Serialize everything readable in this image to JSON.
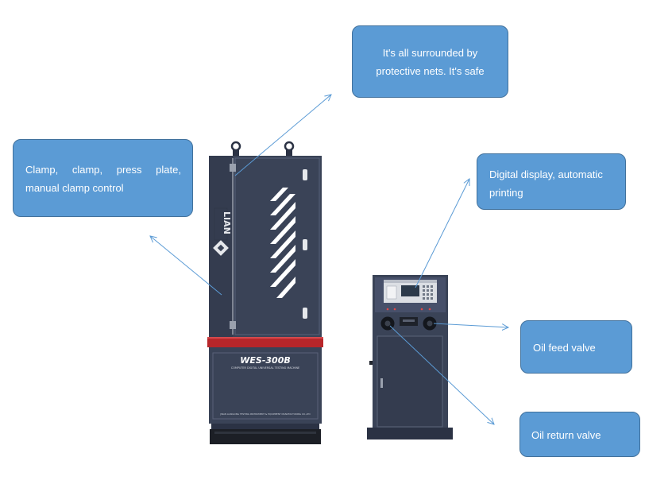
{
  "callouts": {
    "protective_net": "It's all surrounded by protective nets. It's safe",
    "clamp": "Clamp, clamp, press plate, manual clamp control",
    "display": "Digital display, automatic printing",
    "oil_feed": "Oil feed valve",
    "oil_return": "Oil return valve"
  },
  "machine": {
    "model": "WES-300B",
    "subtitle": "COMPUTER DIGITAL UNIVERSAL TESTING MACHINE",
    "maker": "JINAN LIANGONG TESTING INSTRUMENT & EQUIPMENT MANUFACTURING CO.,LTD",
    "vertical_logo": "LIAN"
  },
  "colors": {
    "machine_body": "#3a4357",
    "accent_band": "#b8262a",
    "callout_fill": "#5b9bd5",
    "callout_border": "#41719c",
    "arrow": "#5b9bd5"
  }
}
